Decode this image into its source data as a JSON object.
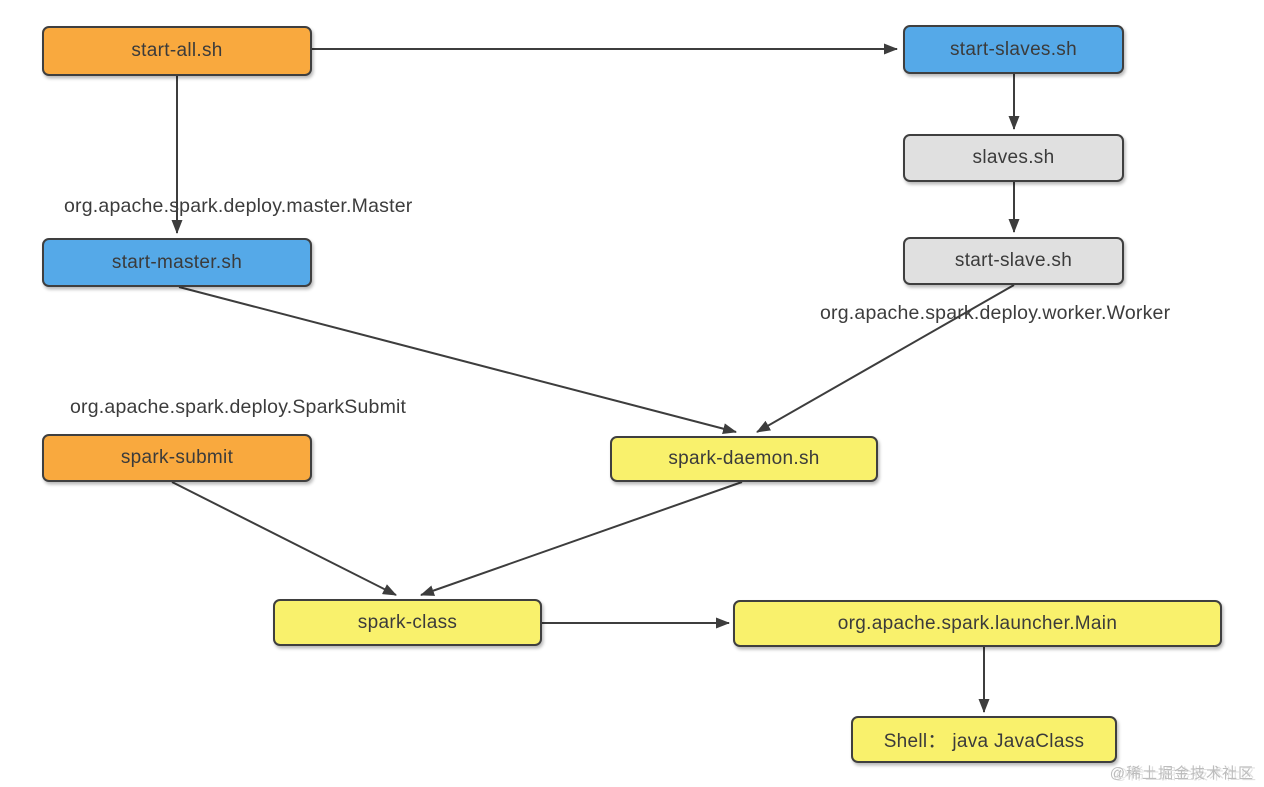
{
  "nodes": {
    "start_all": {
      "label": "start-all.sh",
      "color": "#f9a93e"
    },
    "start_slaves": {
      "label": "start-slaves.sh",
      "color": "#55a9e8"
    },
    "slaves": {
      "label": "slaves.sh",
      "color": "#e0e0e0"
    },
    "start_slave": {
      "label": "start-slave.sh",
      "color": "#e0e0e0"
    },
    "start_master": {
      "label": "start-master.sh",
      "color": "#55a9e8"
    },
    "spark_submit": {
      "label": "spark-submit",
      "color": "#f9a93e"
    },
    "spark_daemon": {
      "label": "spark-daemon.sh",
      "color": "#f9f16c"
    },
    "spark_class": {
      "label": "spark-class",
      "color": "#f9f16c"
    },
    "launcher_main": {
      "label": "org.apache.spark.launcher.Main",
      "color": "#f9f16c"
    },
    "shell_java": {
      "label": "Shell：  java JavaClass",
      "color": "#f9f16c"
    }
  },
  "annotations": {
    "master_class": "org.apache.spark.deploy.master.Master",
    "worker_class": "org.apache.spark.deploy.worker.Worker",
    "submit_class": "org.apache.spark.deploy.SparkSubmit"
  },
  "edges": [
    {
      "from": "start-all.sh",
      "to": "start-slaves.sh"
    },
    {
      "from": "start-all.sh",
      "to": "start-master.sh"
    },
    {
      "from": "start-slaves.sh",
      "to": "slaves.sh"
    },
    {
      "from": "slaves.sh",
      "to": "start-slave.sh"
    },
    {
      "from": "start-slave.sh",
      "to": "spark-daemon.sh"
    },
    {
      "from": "start-master.sh",
      "to": "spark-daemon.sh"
    },
    {
      "from": "spark-submit",
      "to": "spark-class"
    },
    {
      "from": "spark-daemon.sh",
      "to": "spark-class"
    },
    {
      "from": "spark-class",
      "to": "org.apache.spark.launcher.Main"
    },
    {
      "from": "org.apache.spark.launcher.Main",
      "to": "Shell：  java JavaClass"
    }
  ],
  "watermark": "@稀土掘金技术社区",
  "colors": {
    "node_orange": "#f9a93e",
    "node_blue": "#55a9e8",
    "node_gray": "#e0e0e0",
    "node_yellow": "#f9f16c",
    "node_border": "#3f3f3f",
    "arrow": "#3d3d3d",
    "text": "#3b3b3b",
    "watermark": "#bdbdbd",
    "background": "#ffffff"
  }
}
